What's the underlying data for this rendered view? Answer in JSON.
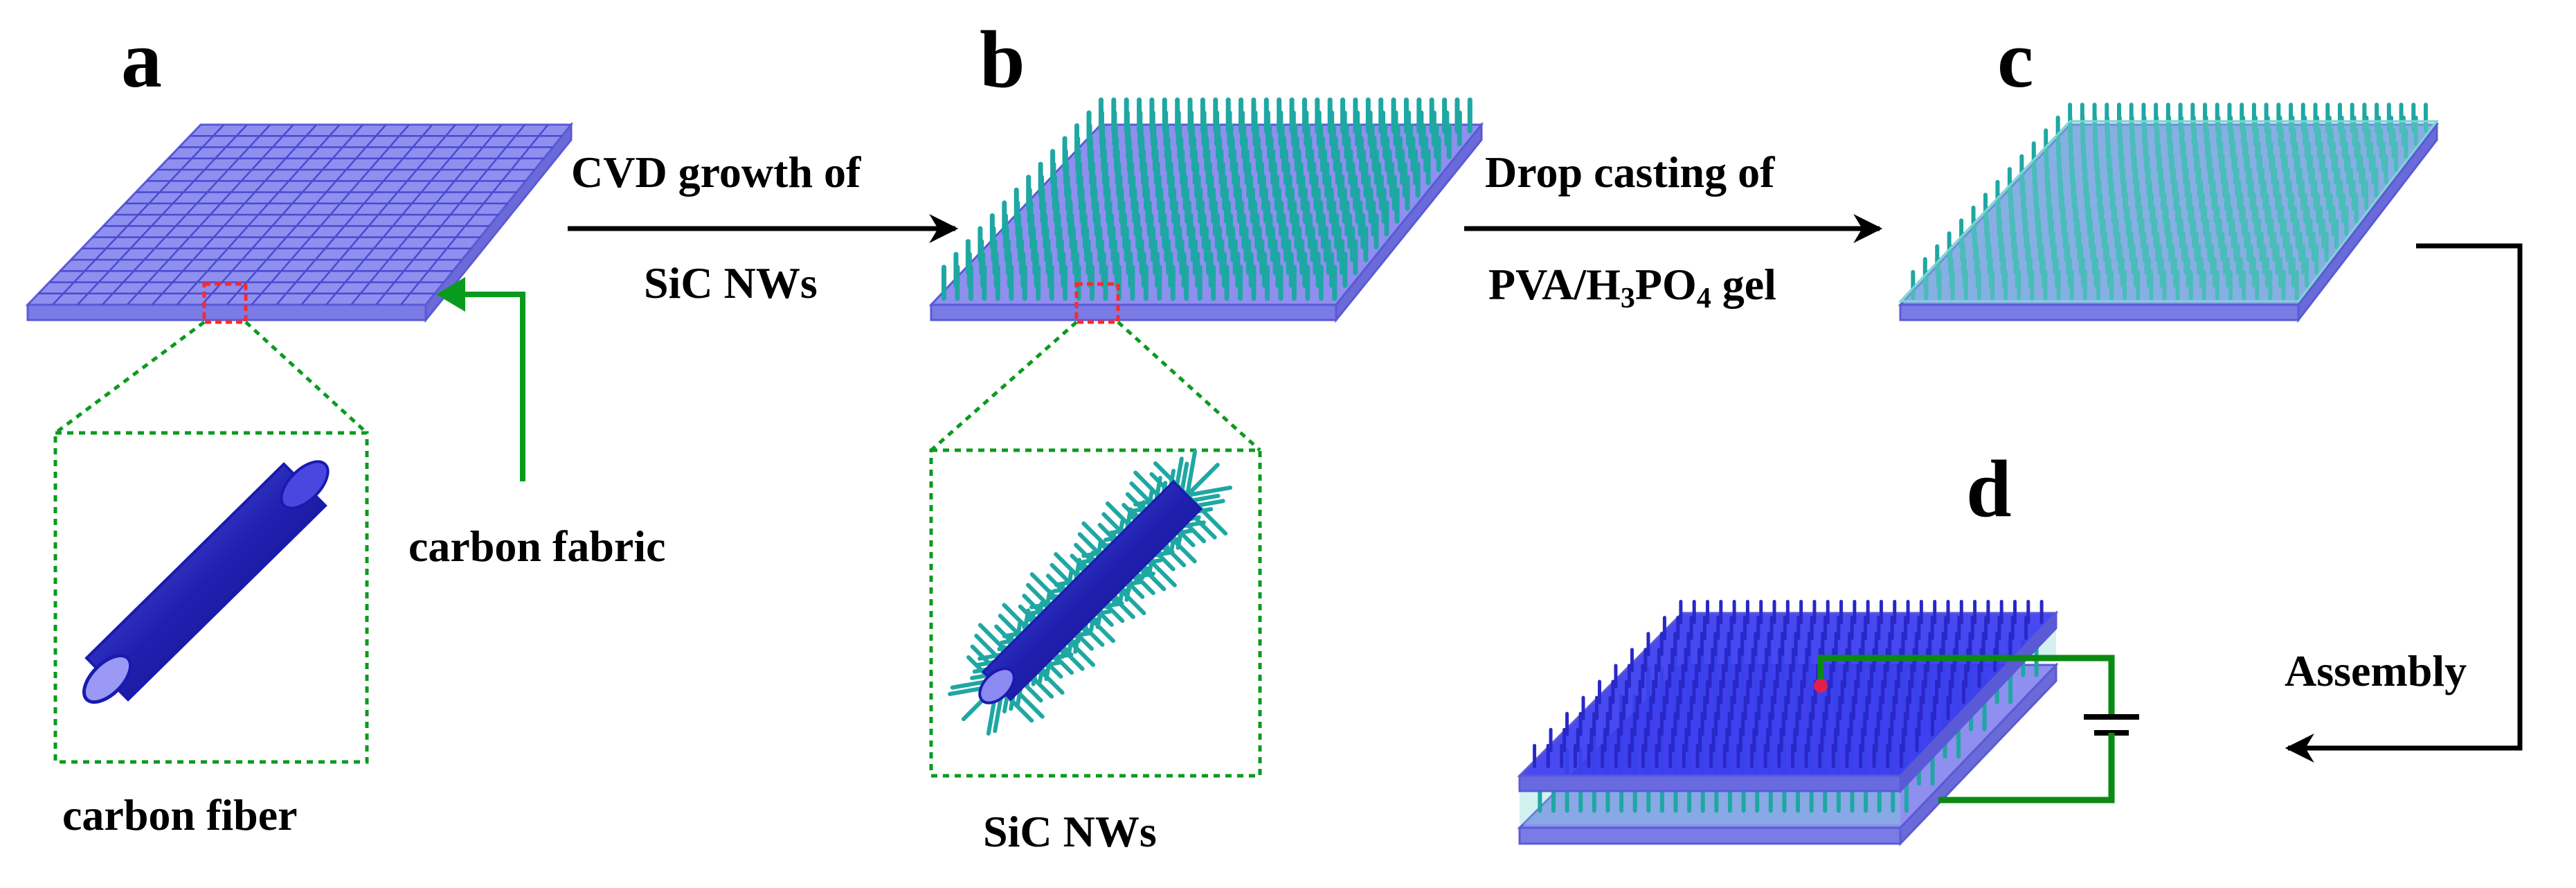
{
  "panels": {
    "a": "a",
    "b": "b",
    "c": "c",
    "d": "d"
  },
  "labels": {
    "cvd_line1": "CVD growth of",
    "cvd_line2": "SiC NWs",
    "drop_line1": "Drop casting of",
    "drop_line2_pre": "PVA/H",
    "drop_sub1": "3",
    "drop_mid": "PO",
    "drop_sub2": "4",
    "drop_post": " gel",
    "carbon_fabric": "carbon fabric",
    "carbon_fiber": "carbon fiber",
    "sic_nws": "SiC NWs",
    "assembly": "Assembly"
  },
  "colors": {
    "fabric": "#8f8ff0",
    "fabric_grid": "#5a5ad6",
    "nanowire": "#1fa7a3",
    "nanowire_light": "#7fd6d4",
    "electrode": "#2f2fe0",
    "zoom_box": "#0a9b1e",
    "green_wire": "#0a8a12",
    "highlight_box": "#ff2a2a",
    "arrow": "#000000"
  }
}
